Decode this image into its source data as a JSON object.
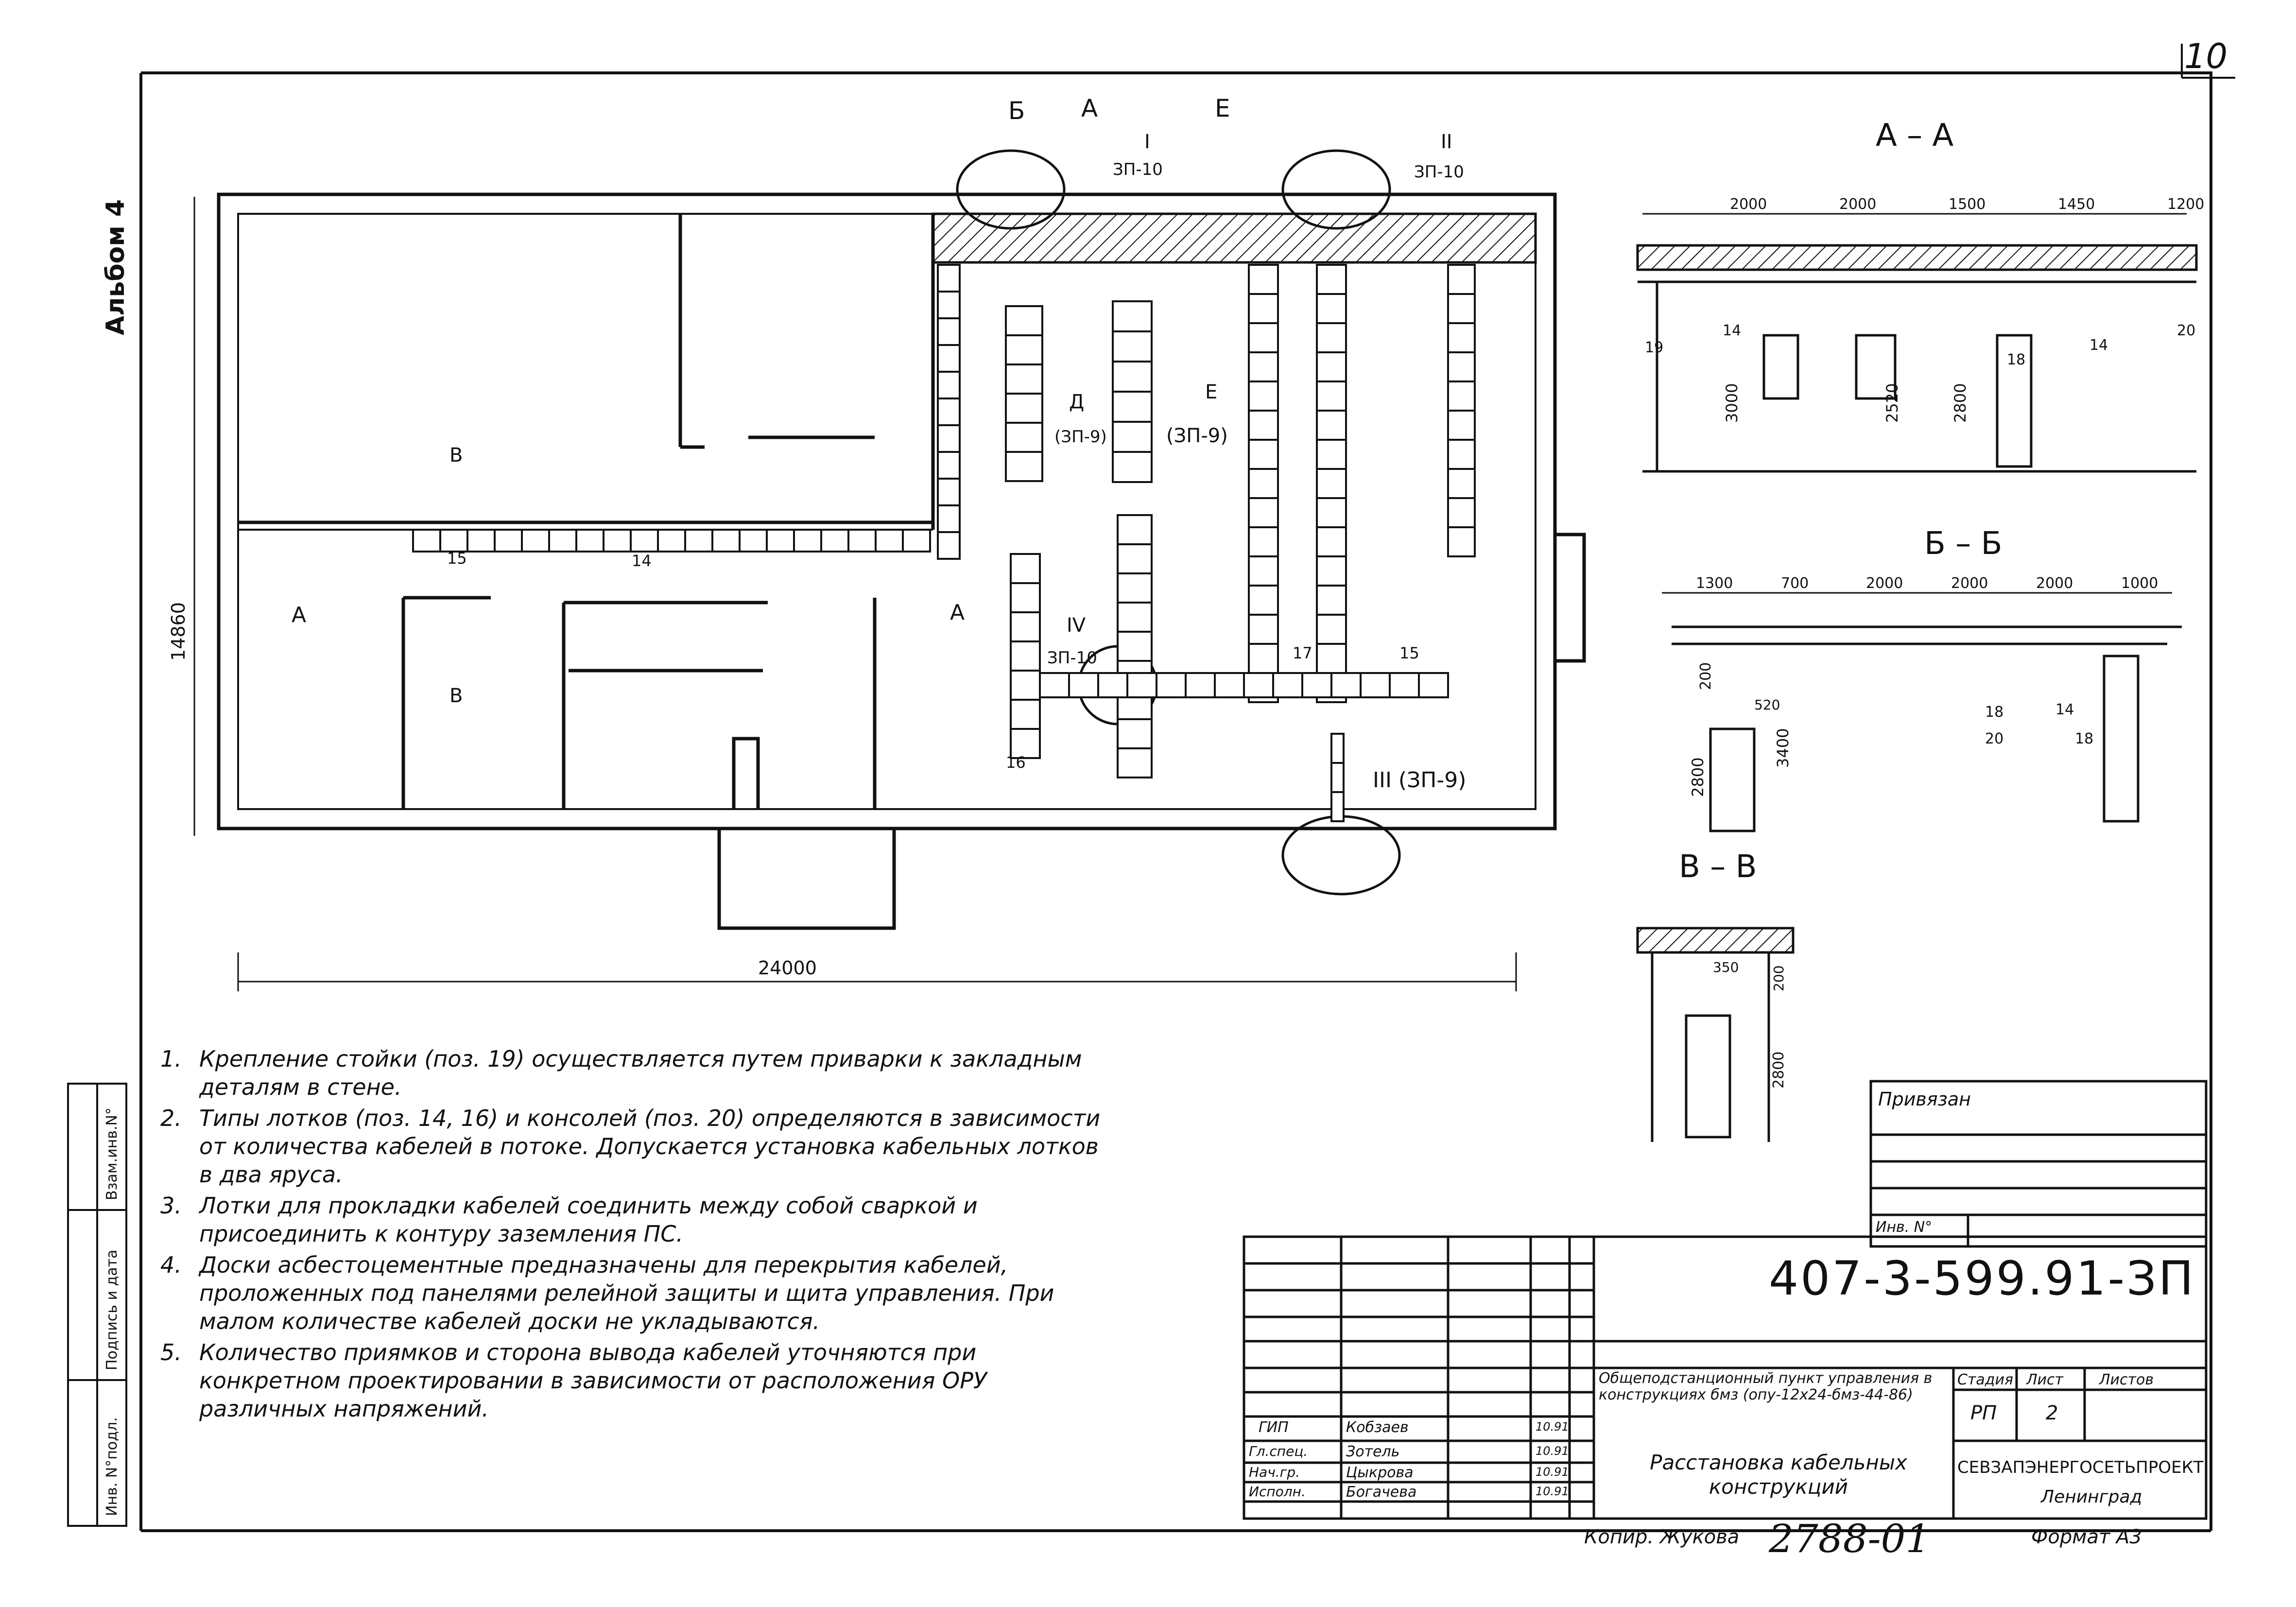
{
  "sheet_number": "10",
  "album_label": "Альбом 4",
  "dimensions": {
    "height": "14860",
    "width": "24000"
  },
  "sections": {
    "aa": {
      "title": "А – А",
      "dims": [
        "2000",
        "2000",
        "1500",
        "1450",
        "1200"
      ],
      "heights": [
        "3000",
        "2520",
        "2800"
      ],
      "marks": [
        "19",
        "14",
        "18",
        "14",
        "20"
      ]
    },
    "bb": {
      "title": "Б – Б",
      "dims": [
        "1300",
        "700",
        "2000",
        "2000",
        "2000",
        "1000"
      ],
      "heights": [
        "200",
        "2800",
        "3400"
      ],
      "marks": [
        "520",
        "18",
        "20",
        "14",
        "18"
      ]
    },
    "vv": {
      "title": "В – В",
      "dims": [
        "350",
        "200",
        "2800"
      ]
    }
  },
  "plan_labels": {
    "cut_b": "Б",
    "cut_a": "А",
    "cut_e": "Е",
    "node_1": "I",
    "node_1_ref": "ЗП-10",
    "node_2": "II",
    "node_2_ref": "ЗП-10",
    "node_3": "IV",
    "node_3_ref": "ЗП-10",
    "d_ref": "Д",
    "d_sheet": "(ЗП-9)",
    "e_ref": "Е",
    "e_sheet": "(ЗП-9)",
    "m_ref": "III (ЗП-9)",
    "v_top": "В",
    "v_bottom": "В",
    "a_left": "А",
    "a_right": "А",
    "p15": "15",
    "p14": "14",
    "p17": "17",
    "p15b": "15",
    "p16": "16"
  },
  "notes": [
    {
      "n": "1.",
      "text": "Крепление стойки (поз. 19) осуществляется путем приварки к закладным деталям в стене."
    },
    {
      "n": "2.",
      "text": "Типы лотков (поз. 14, 16) и консолей (поз. 20) определяются в зависимости от количества кабелей в потоке. Допускается установка кабельных лотков в два яруса."
    },
    {
      "n": "3.",
      "text": "Лотки для прокладки кабелей соединить между собой сваркой и присоединить к контуру заземления ПС."
    },
    {
      "n": "4.",
      "text": "Доски асбестоцементные предназначены для перекрытия кабелей, проложенных под панелями релейной защиты и щита управления. При малом количестве кабелей доски не укладываются."
    },
    {
      "n": "5.",
      "text": "Количество приямков и сторона вывода кабелей уточняются при конкретном проектировании в зависимости от расположения ОРУ различных напряжений."
    }
  ],
  "left_margin": [
    "Взам.инв.N°",
    "Подпись и дата",
    "Инв. N°подл."
  ],
  "privyazan": {
    "title": "Привязан",
    "inv": "Инв. N°"
  },
  "title_block": {
    "code": "407-3-599.91-ЗП",
    "description": "Общеподстанционный пункт управления в конструкциях бмз (опу-12х24-бмз-44-86)",
    "sheet_title": "Расстановка кабельных конструкций",
    "stage_header": "Стадия",
    "sheet_header": "Лист",
    "sheets_header": "Листов",
    "stage": "РП",
    "sheet": "2",
    "sheets": "",
    "org": "СЕВЗАПЭНЕРГОСЕТЬПРОЕКТ",
    "city": "Ленинград",
    "staff": [
      {
        "role": "ГИП",
        "name": "Кобзаев",
        "date": "10.91"
      },
      {
        "role": "Гл.спец.",
        "name": "Зотель",
        "date": "10.91"
      },
      {
        "role": "Нач.гр.",
        "name": "Цыкрова",
        "date": "10.91"
      },
      {
        "role": "Исполн.",
        "name": "Богачева",
        "date": "10.91"
      }
    ],
    "copied": "Копир. Жукова",
    "stamp": "2788-01",
    "format": "Формат А3"
  }
}
